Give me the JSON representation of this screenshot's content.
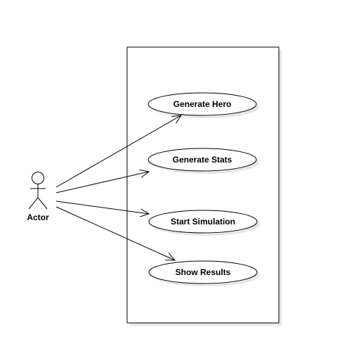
{
  "diagram": {
    "type": "uml-use-case",
    "actor": {
      "label": "Actor"
    },
    "use_cases": [
      {
        "id": "uc-generate-hero",
        "label": "Generate Hero"
      },
      {
        "id": "uc-generate-stats",
        "label": "Generate Stats"
      },
      {
        "id": "uc-start-simulation",
        "label": "Start Simulation"
      },
      {
        "id": "uc-show-results",
        "label": "Show Results"
      }
    ],
    "associations": [
      {
        "from": "actor",
        "to": "uc-generate-hero",
        "arrow": "open"
      },
      {
        "from": "actor",
        "to": "uc-generate-stats",
        "arrow": "open"
      },
      {
        "from": "actor",
        "to": "uc-start-simulation",
        "arrow": "open"
      },
      {
        "from": "actor",
        "to": "uc-show-results",
        "arrow": "open"
      }
    ],
    "colors": {
      "stroke": "#000000",
      "fill": "#ffffff",
      "shadow": "#e6e6e6"
    }
  }
}
